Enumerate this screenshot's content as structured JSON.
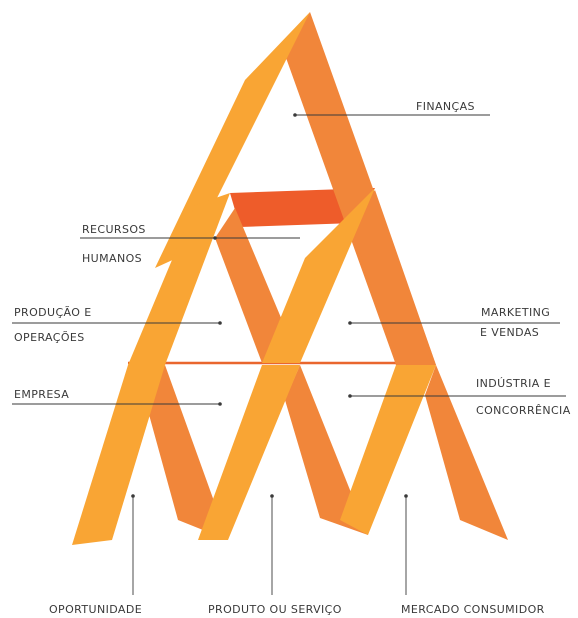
{
  "colors": {
    "light_orange": "#F9A534",
    "mid_orange": "#F1863A",
    "deep_orange": "#EE5C2A",
    "tie_line": "#E9662E",
    "text": "#3A3A3A"
  },
  "labels": {
    "financas": "FINANÇAS",
    "recursos": "RECURSOS",
    "humanos": "HUMANOS",
    "producao_1": "PRODUÇÃO E",
    "producao_2": "OPERAÇÕES",
    "marketing_1": "MARKETING",
    "marketing_2": "E VENDAS",
    "empresa": "EMPRESA",
    "industria_1": "INDÚSTRIA E",
    "industria_2": "CONCORRÊNCIA",
    "oportunidade": "OPORTUNIDADE",
    "produto": "PRODUTO OU SERVIÇO",
    "mercado": "MERCADO CONSUMIDOR"
  }
}
